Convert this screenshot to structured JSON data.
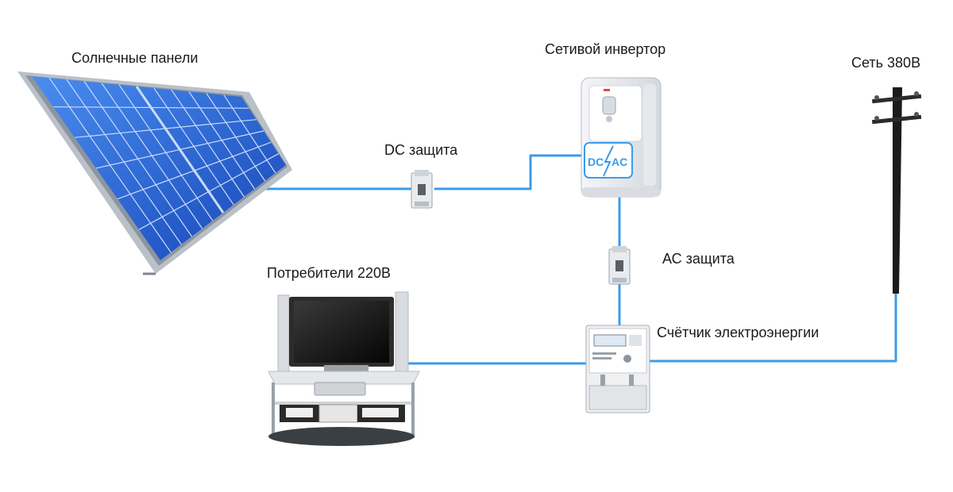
{
  "labels": {
    "solar_panels": "Солнечные панели",
    "inverter": "Сетивой инвертор",
    "grid": "Сеть 380В",
    "dc_protection": "DC защита",
    "ac_protection": "АС защита",
    "consumers": "Потребители 220В",
    "meter": "Счётчик электроэнергии"
  },
  "inverter_badge": {
    "left": "DC",
    "right": "AC"
  },
  "icons": [
    "solar-panel-icon",
    "circuit-breaker-icon",
    "inverter-icon",
    "utility-pole-icon",
    "tv-stand-icon",
    "electricity-meter-icon"
  ],
  "colors": {
    "wire": "#3d9be9",
    "panel_cell": "#1f5fd0",
    "panel_frame": "#9aa3ad",
    "inverter_accent": "#3d9be9",
    "pole": "#1b1b1b"
  }
}
